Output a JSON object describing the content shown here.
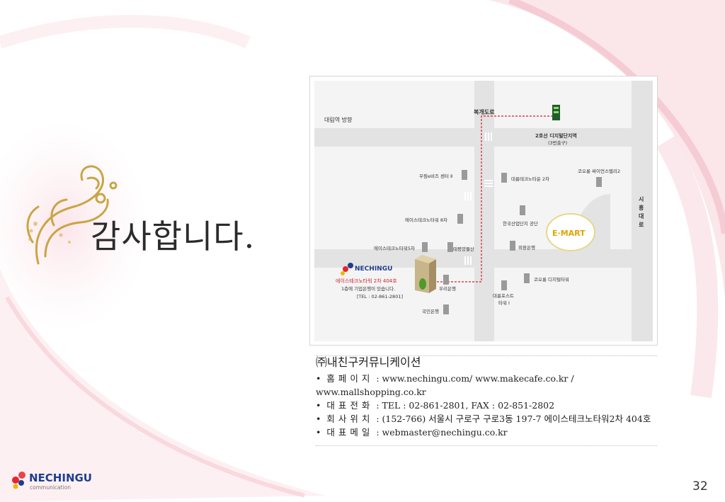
{
  "slide": {
    "thanks_text": "감사합니다.",
    "page_number": "32"
  },
  "map": {
    "labels": {
      "daerim": "대림역 방향",
      "bokgae": "복개도로",
      "line2_1": "2호선 디지털단지역",
      "line2_2": "(3번출구)",
      "woorim": "우림e비즈 센터 Ⅱ",
      "daeryung2": "대륭테크노타운 2차",
      "kolon_sv": "코오롱 싸이언스밸리2",
      "siheung_1": "시",
      "siheung_2": "흥",
      "siheung_3": "대",
      "siheung_4": "로",
      "ace8": "에이스테크노타워 8차",
      "kicox": "한국산업단지 공단",
      "emart": "E·MART",
      "ace5": "에이스테크노타워5차",
      "taepyeong": "태평양물산",
      "exchange": "외환은행",
      "brand": "NECHINGU",
      "addr1": "에이스테크노타워 2차 404호",
      "addr2": "1층에 기업은행이 있습니다.",
      "addr3": "[TEL : 02-861-2801]",
      "woori": "우리은행",
      "kolon_dt": "코오롱 디지털타워",
      "daeryung_post_1": "대륭포스트",
      "daeryung_post_2": "타워 Ⅰ",
      "kookmin": "국민은행"
    }
  },
  "company": {
    "name": "㈜내친구커뮤니케이션",
    "lines": [
      {
        "key": "홈페이지",
        "value": " : www.nechingu.com/ www.makecafe.co.kr / www.mallshopping.co.kr"
      },
      {
        "key": "대표전화",
        "value": " : TEL : 02-861-2801, FAX : 02-851-2802"
      },
      {
        "key": "회사위치",
        "value": " : (152-766) 서울시 구로구 구로3동 197-7 에이스테크노타워2차 404호"
      },
      {
        "key": "대표메일",
        "value": " : webmaster@nechingu.co.kr"
      }
    ]
  },
  "footer_logo": {
    "name": "NECHINGU",
    "sub": "communication"
  },
  "colors": {
    "road": "#e3e3e3",
    "block": "#f4f4f4",
    "route": "#d0202a",
    "brand_red": "#e4262d",
    "brand_blue": "#1e3d8f",
    "ornament": "#c9a545"
  }
}
